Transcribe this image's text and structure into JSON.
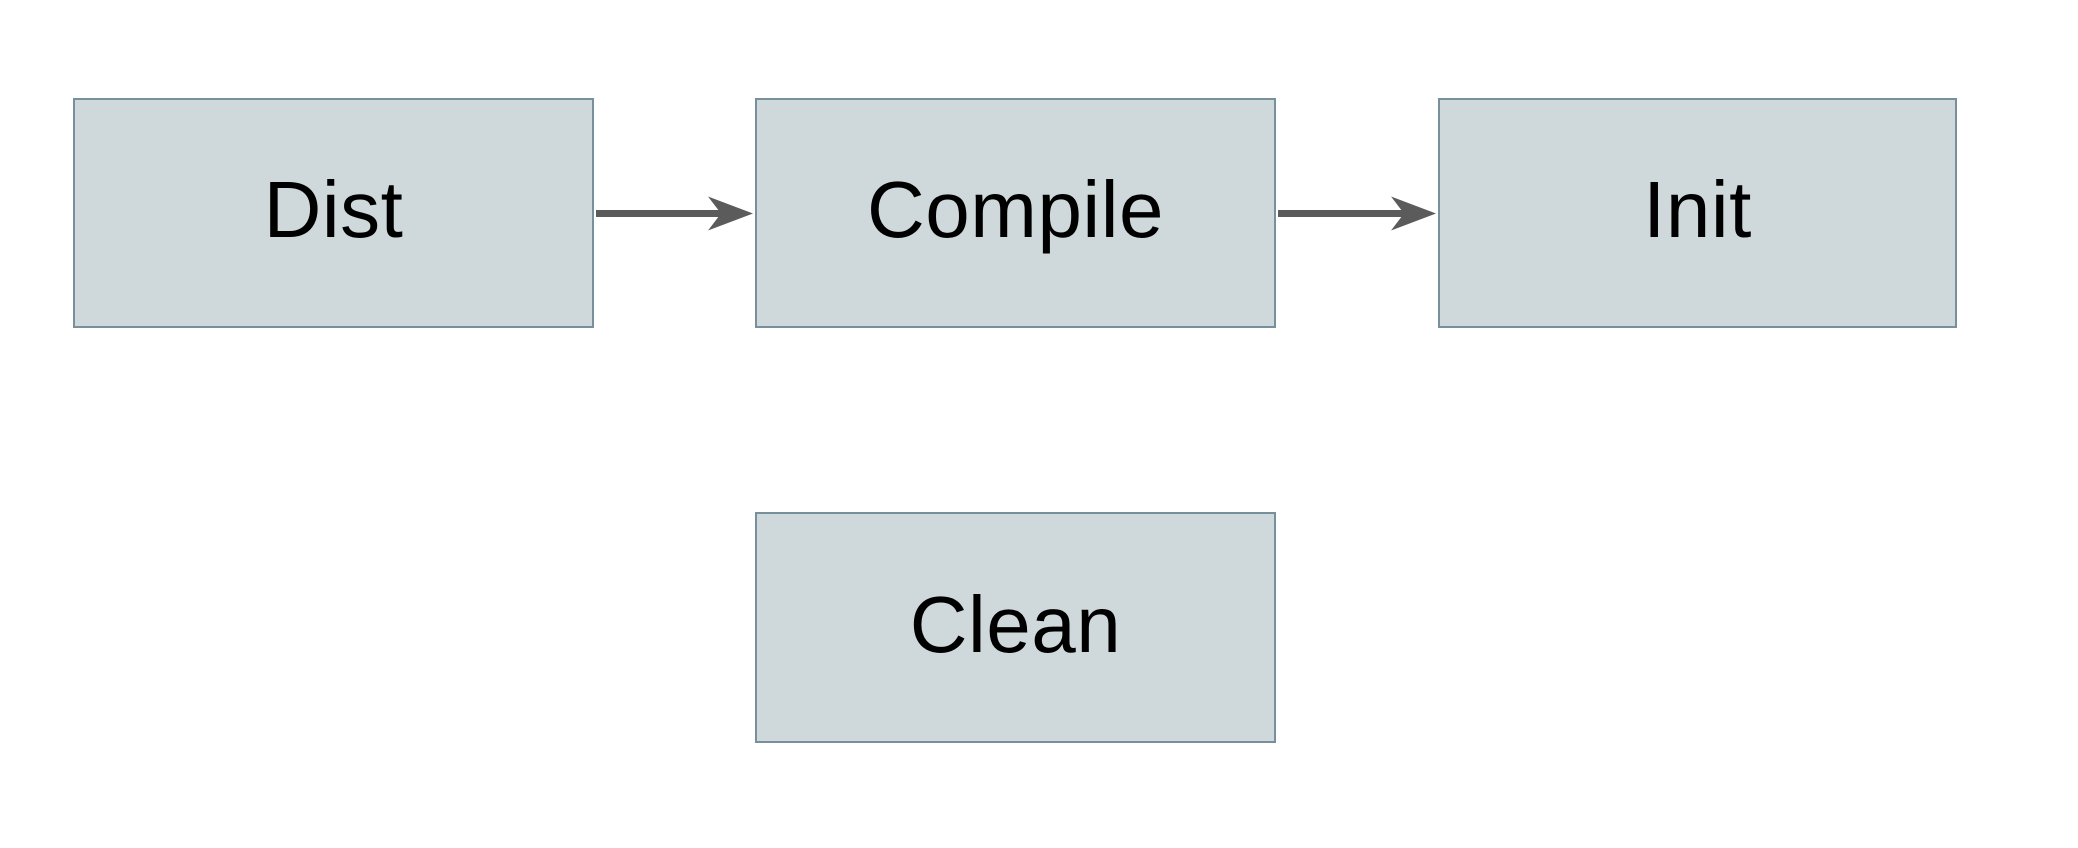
{
  "diagram": {
    "type": "flowchart",
    "colors": {
      "background": "#ffffff",
      "node_fill": "#cfd8da",
      "node_border": "#78909b",
      "arrow": "#5b5b5b",
      "text": "#000000"
    },
    "nodes": [
      {
        "id": "dist",
        "label": "Dist"
      },
      {
        "id": "compile",
        "label": "Compile"
      },
      {
        "id": "init",
        "label": "Init"
      },
      {
        "id": "clean",
        "label": "Clean"
      }
    ],
    "edges": [
      {
        "from": "Dist",
        "to": "Compile",
        "direction": "right"
      },
      {
        "from": "Compile",
        "to": "Init",
        "direction": "right"
      }
    ]
  }
}
